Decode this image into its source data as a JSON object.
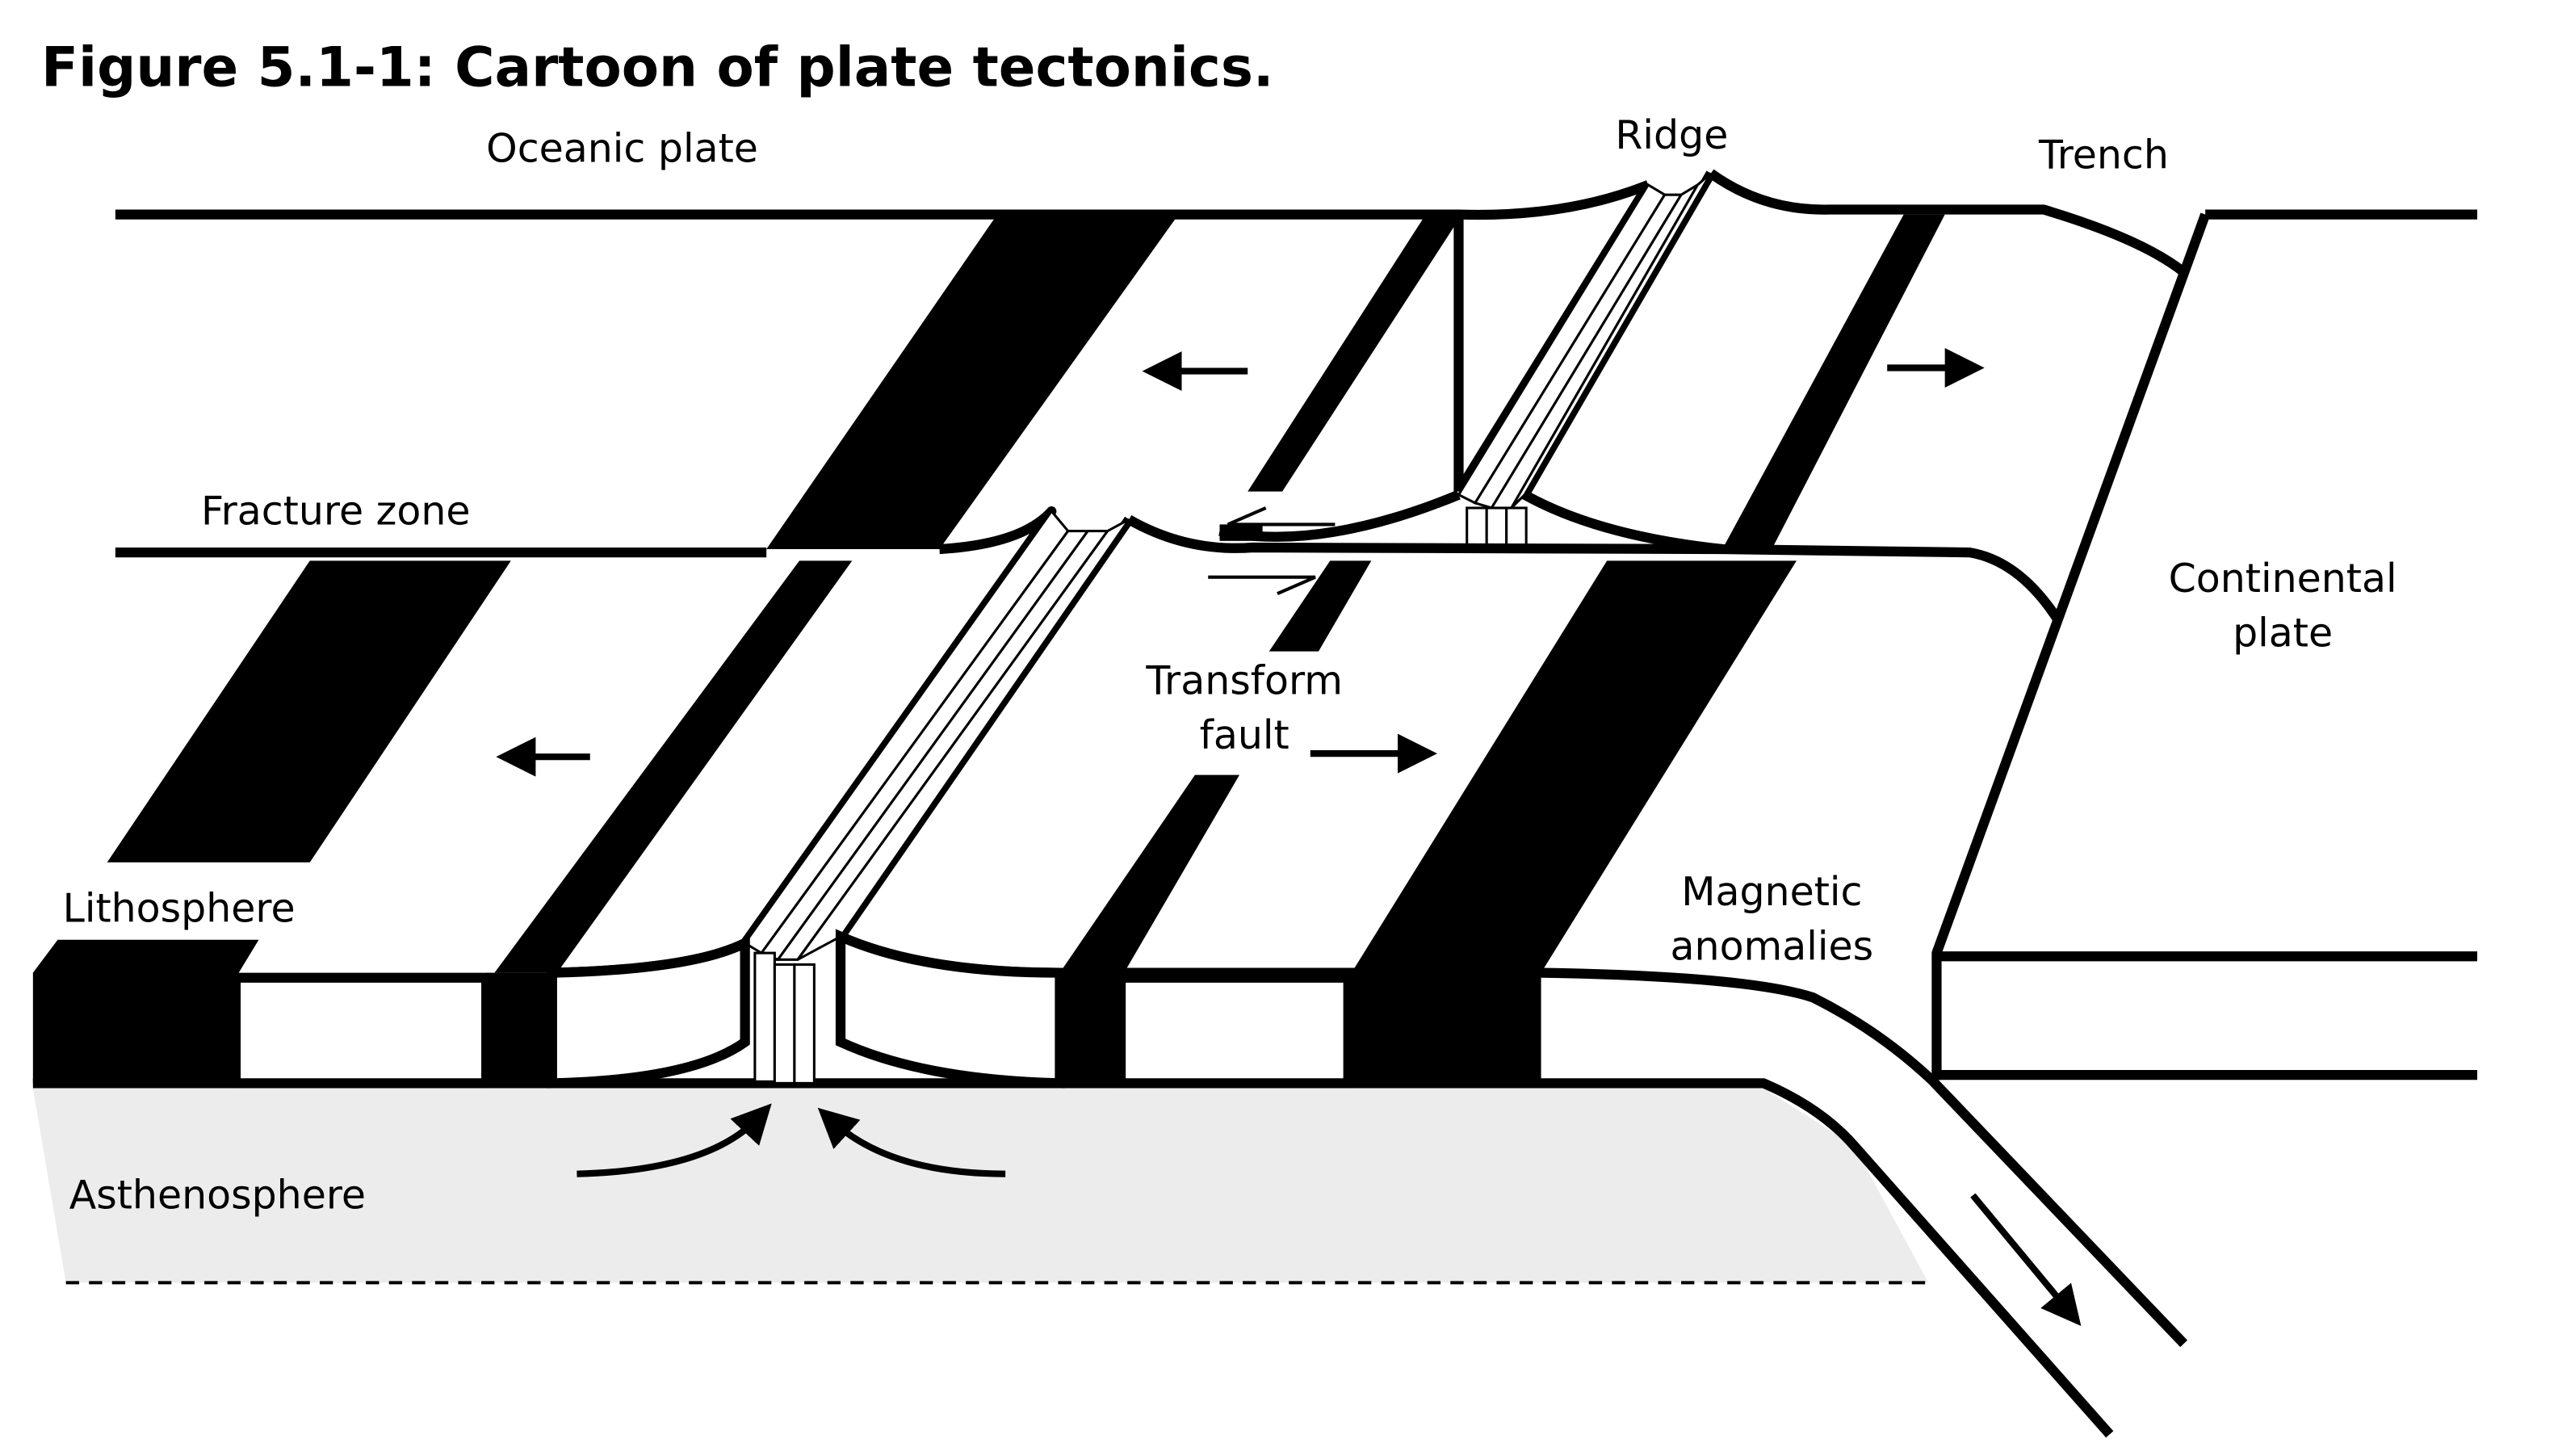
{
  "figure": {
    "title": "Figure 5.1-1: Cartoon of plate tectonics.",
    "labels": {
      "oceanic_plate": "Oceanic plate",
      "ridge": "Ridge",
      "trench": "Trench",
      "fracture_zone": "Fracture zone",
      "continental_plate_line1": "Continental",
      "continental_plate_line2": "plate",
      "transform_fault_line1": "Transform",
      "transform_fault_line2": "fault",
      "lithosphere": "Lithosphere",
      "magnetic_anomalies_line1": "Magnetic",
      "magnetic_anomalies_line2": "anomalies",
      "asthenosphere": "Asthenosphere"
    },
    "colors": {
      "ink": "#000000",
      "asthenosphere": "#ececec",
      "plate": "#ffffff"
    }
  }
}
